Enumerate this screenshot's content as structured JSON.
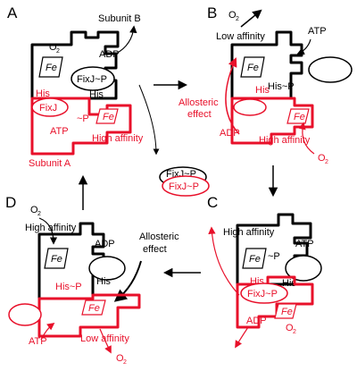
{
  "panels": {
    "a": {
      "letter": "A",
      "subunit_b": "Subunit B",
      "subunit_a": "Subunit A",
      "o2": "O",
      "o2_sub": "2",
      "fe_black": "Fe",
      "adp": "ADP",
      "fixj_p": "FixJ~P",
      "his_black": "His",
      "his_red": "His",
      "fixj": "FixJ",
      "p": "~P",
      "fe_red": "Fe",
      "atp": "ATP",
      "high_affinity": "High affinity"
    },
    "b": {
      "letter": "B",
      "o2": "O",
      "o2_sub": "2",
      "low_affinity": "Low affinity",
      "atp": "ATP",
      "fe_black": "Fe",
      "his_red": "His",
      "his_p": "His~P",
      "allosteric": "Allosteric",
      "effect": "effect",
      "fe_red": "Fe",
      "adp": "ADP",
      "high_affinity": "High affinity",
      "o2_red": "O",
      "o2_red_sub": "2"
    },
    "c": {
      "letter": "C",
      "high_affinity": "High affinity",
      "atp": "ATP",
      "fe_black": "Fe",
      "p": "~P",
      "his_black": "His",
      "his_red": "His",
      "fixj_p": "FixJ~P",
      "fe_red": "Fe",
      "adp": "ADP",
      "o2": "O",
      "o2_sub": "2"
    },
    "d": {
      "letter": "D",
      "o2": "O",
      "o2_sub": "2",
      "high_affinity": "High affinity",
      "fe_black": "Fe",
      "adp": "ADP",
      "allosteric": "Allosteric",
      "effect": "effect",
      "his_p": "His~P",
      "his_black": "His",
      "fe_red": "Fe",
      "atp": "ATP",
      "low_affinity": "Low affinity",
      "o2_red": "O",
      "o2_red_sub": "2"
    },
    "center": {
      "fixj_p_back": "FixJ~P",
      "fixj_p_front": "FixJ~P"
    }
  },
  "colors": {
    "black": "#000000",
    "red": "#e8102a"
  }
}
